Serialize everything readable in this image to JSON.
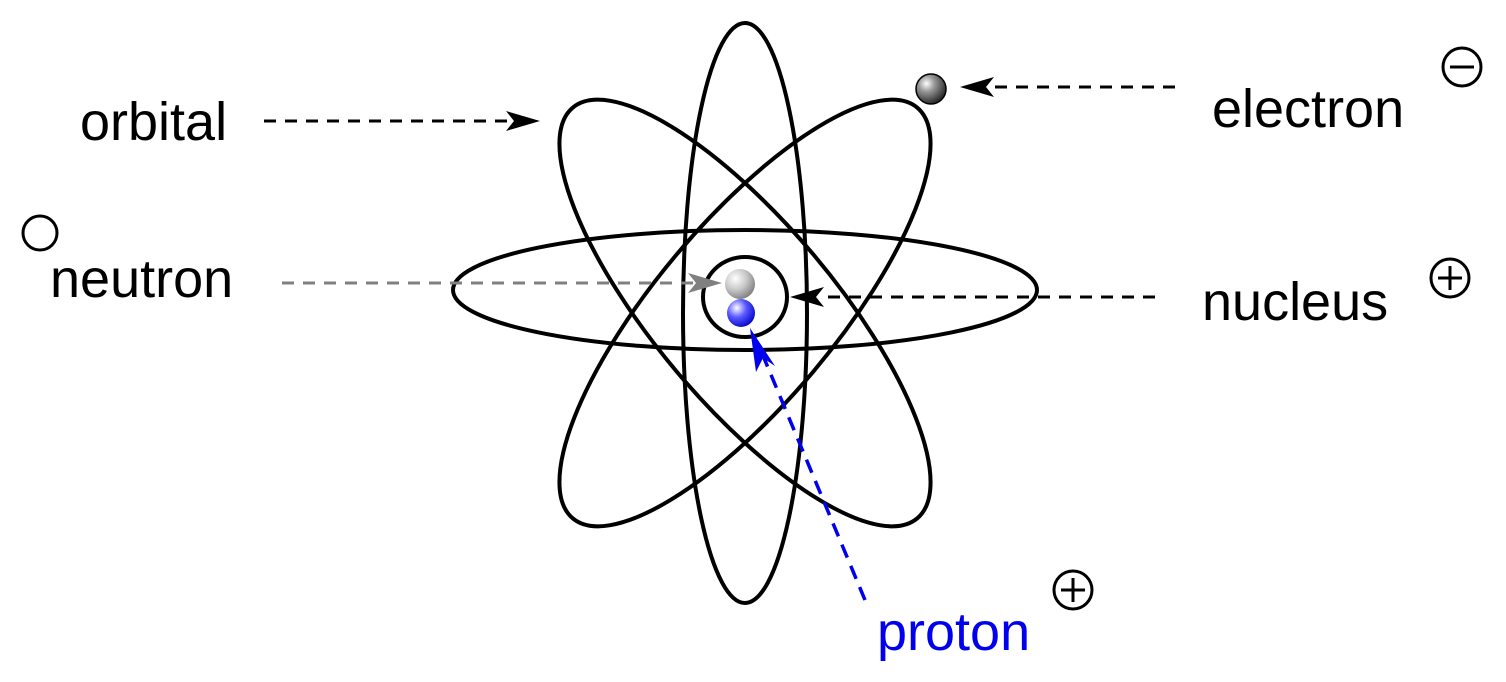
{
  "labels": {
    "orbital": "orbital",
    "electron": "electron",
    "neutron": "neutron",
    "nucleus": "nucleus",
    "proton": "proton"
  },
  "charges": {
    "electron": "negative",
    "nucleus": "positive",
    "proton": "positive",
    "neutron": "neutral"
  },
  "colors": {
    "line": "#000000",
    "neutron_arrow": "#808080",
    "proton": "#0000ee"
  }
}
